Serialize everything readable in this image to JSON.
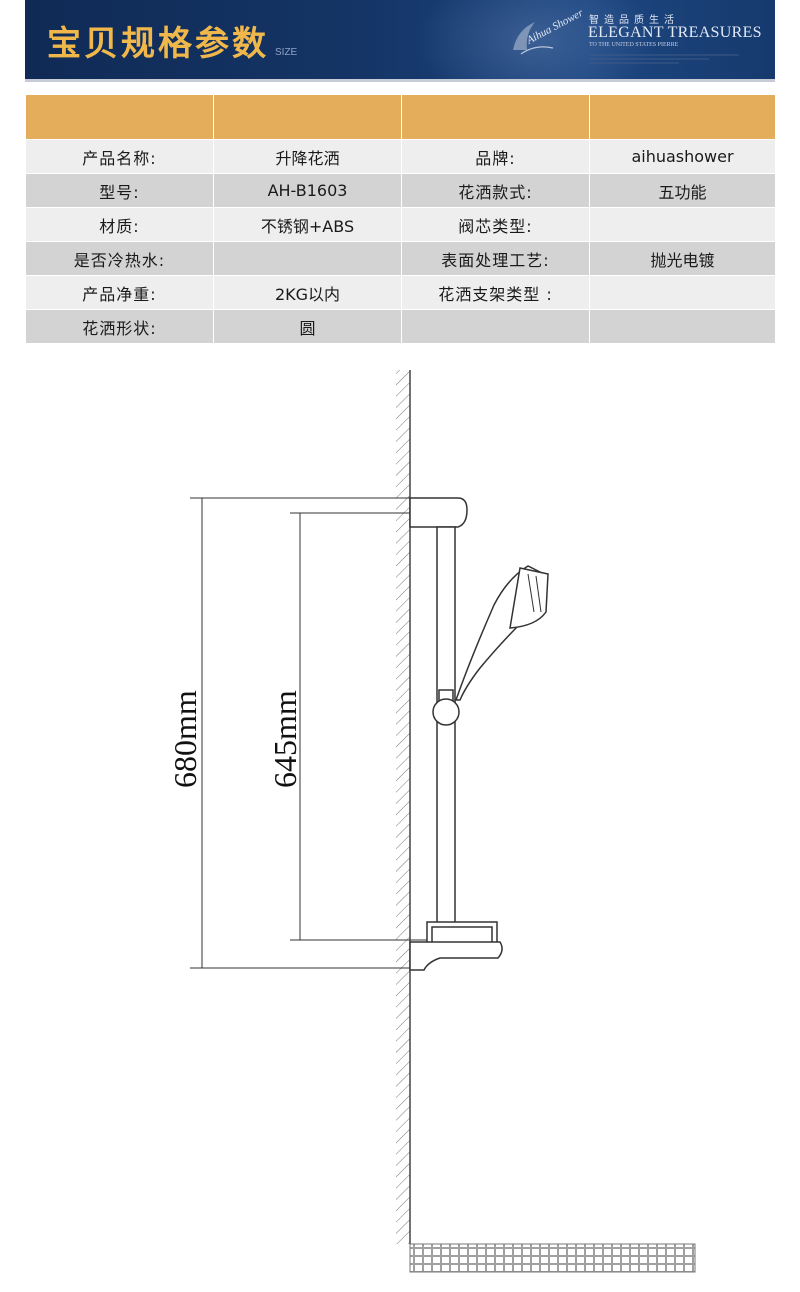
{
  "banner": {
    "title": "宝贝规格参数",
    "subtitle": "SIZE",
    "brand_cn": "智造品质生活",
    "brand_en": "ELEGANT TREASURES",
    "brand_small": "TO THE UNITED STATES PIERRE",
    "logo_text": "Aihua Shower"
  },
  "spec_table": {
    "rows": [
      {
        "label1": "产品名称:",
        "value1": "升降花洒",
        "label2": "品牌:",
        "value2": "aihuashower"
      },
      {
        "label1": "型号:",
        "value1": "AH-B1603",
        "label2": "花洒款式:",
        "value2": "五功能"
      },
      {
        "label1": "材质:",
        "value1": "不锈钢+ABS",
        "label2": "阀芯类型:",
        "value2": ""
      },
      {
        "label1": "是否冷热水:",
        "value1": "",
        "label2": "表面处理工艺:",
        "value2": "抛光电镀"
      },
      {
        "label1": "产品净重:",
        "value1": "2KG以内",
        "label2": "花洒支架类型 :",
        "value2": ""
      },
      {
        "label1": "花洒形状:",
        "value1": "圆",
        "label2": "",
        "value2": ""
      }
    ]
  },
  "drawing": {
    "dim_outer": "680mm",
    "dim_inner": "645mm"
  },
  "colors": {
    "banner_bg": "#143566",
    "title_gold": "#f0b84a",
    "header_row": "#e4ad5c",
    "row_light": "#eeeeee",
    "row_dark": "#d3d3d3"
  }
}
